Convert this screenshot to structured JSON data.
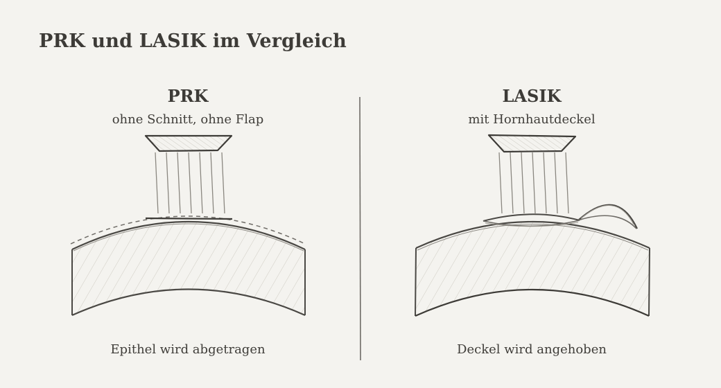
{
  "title": "PRK und LASIK im Vergleich",
  "panels": [
    {
      "heading": "PRK",
      "subtitle": "ohne Schnitt, ohne Flap",
      "caption": "Epithel wird abgetragen"
    },
    {
      "heading": "LASIK",
      "subtitle": "mit Hornhautdeckel",
      "caption": "Deckel wird angehoben"
    }
  ],
  "colors": {
    "background": "#f4f3ef",
    "ink": "#3d3b37",
    "hatch": "#c9c6bd",
    "beam": "#8a8780"
  }
}
